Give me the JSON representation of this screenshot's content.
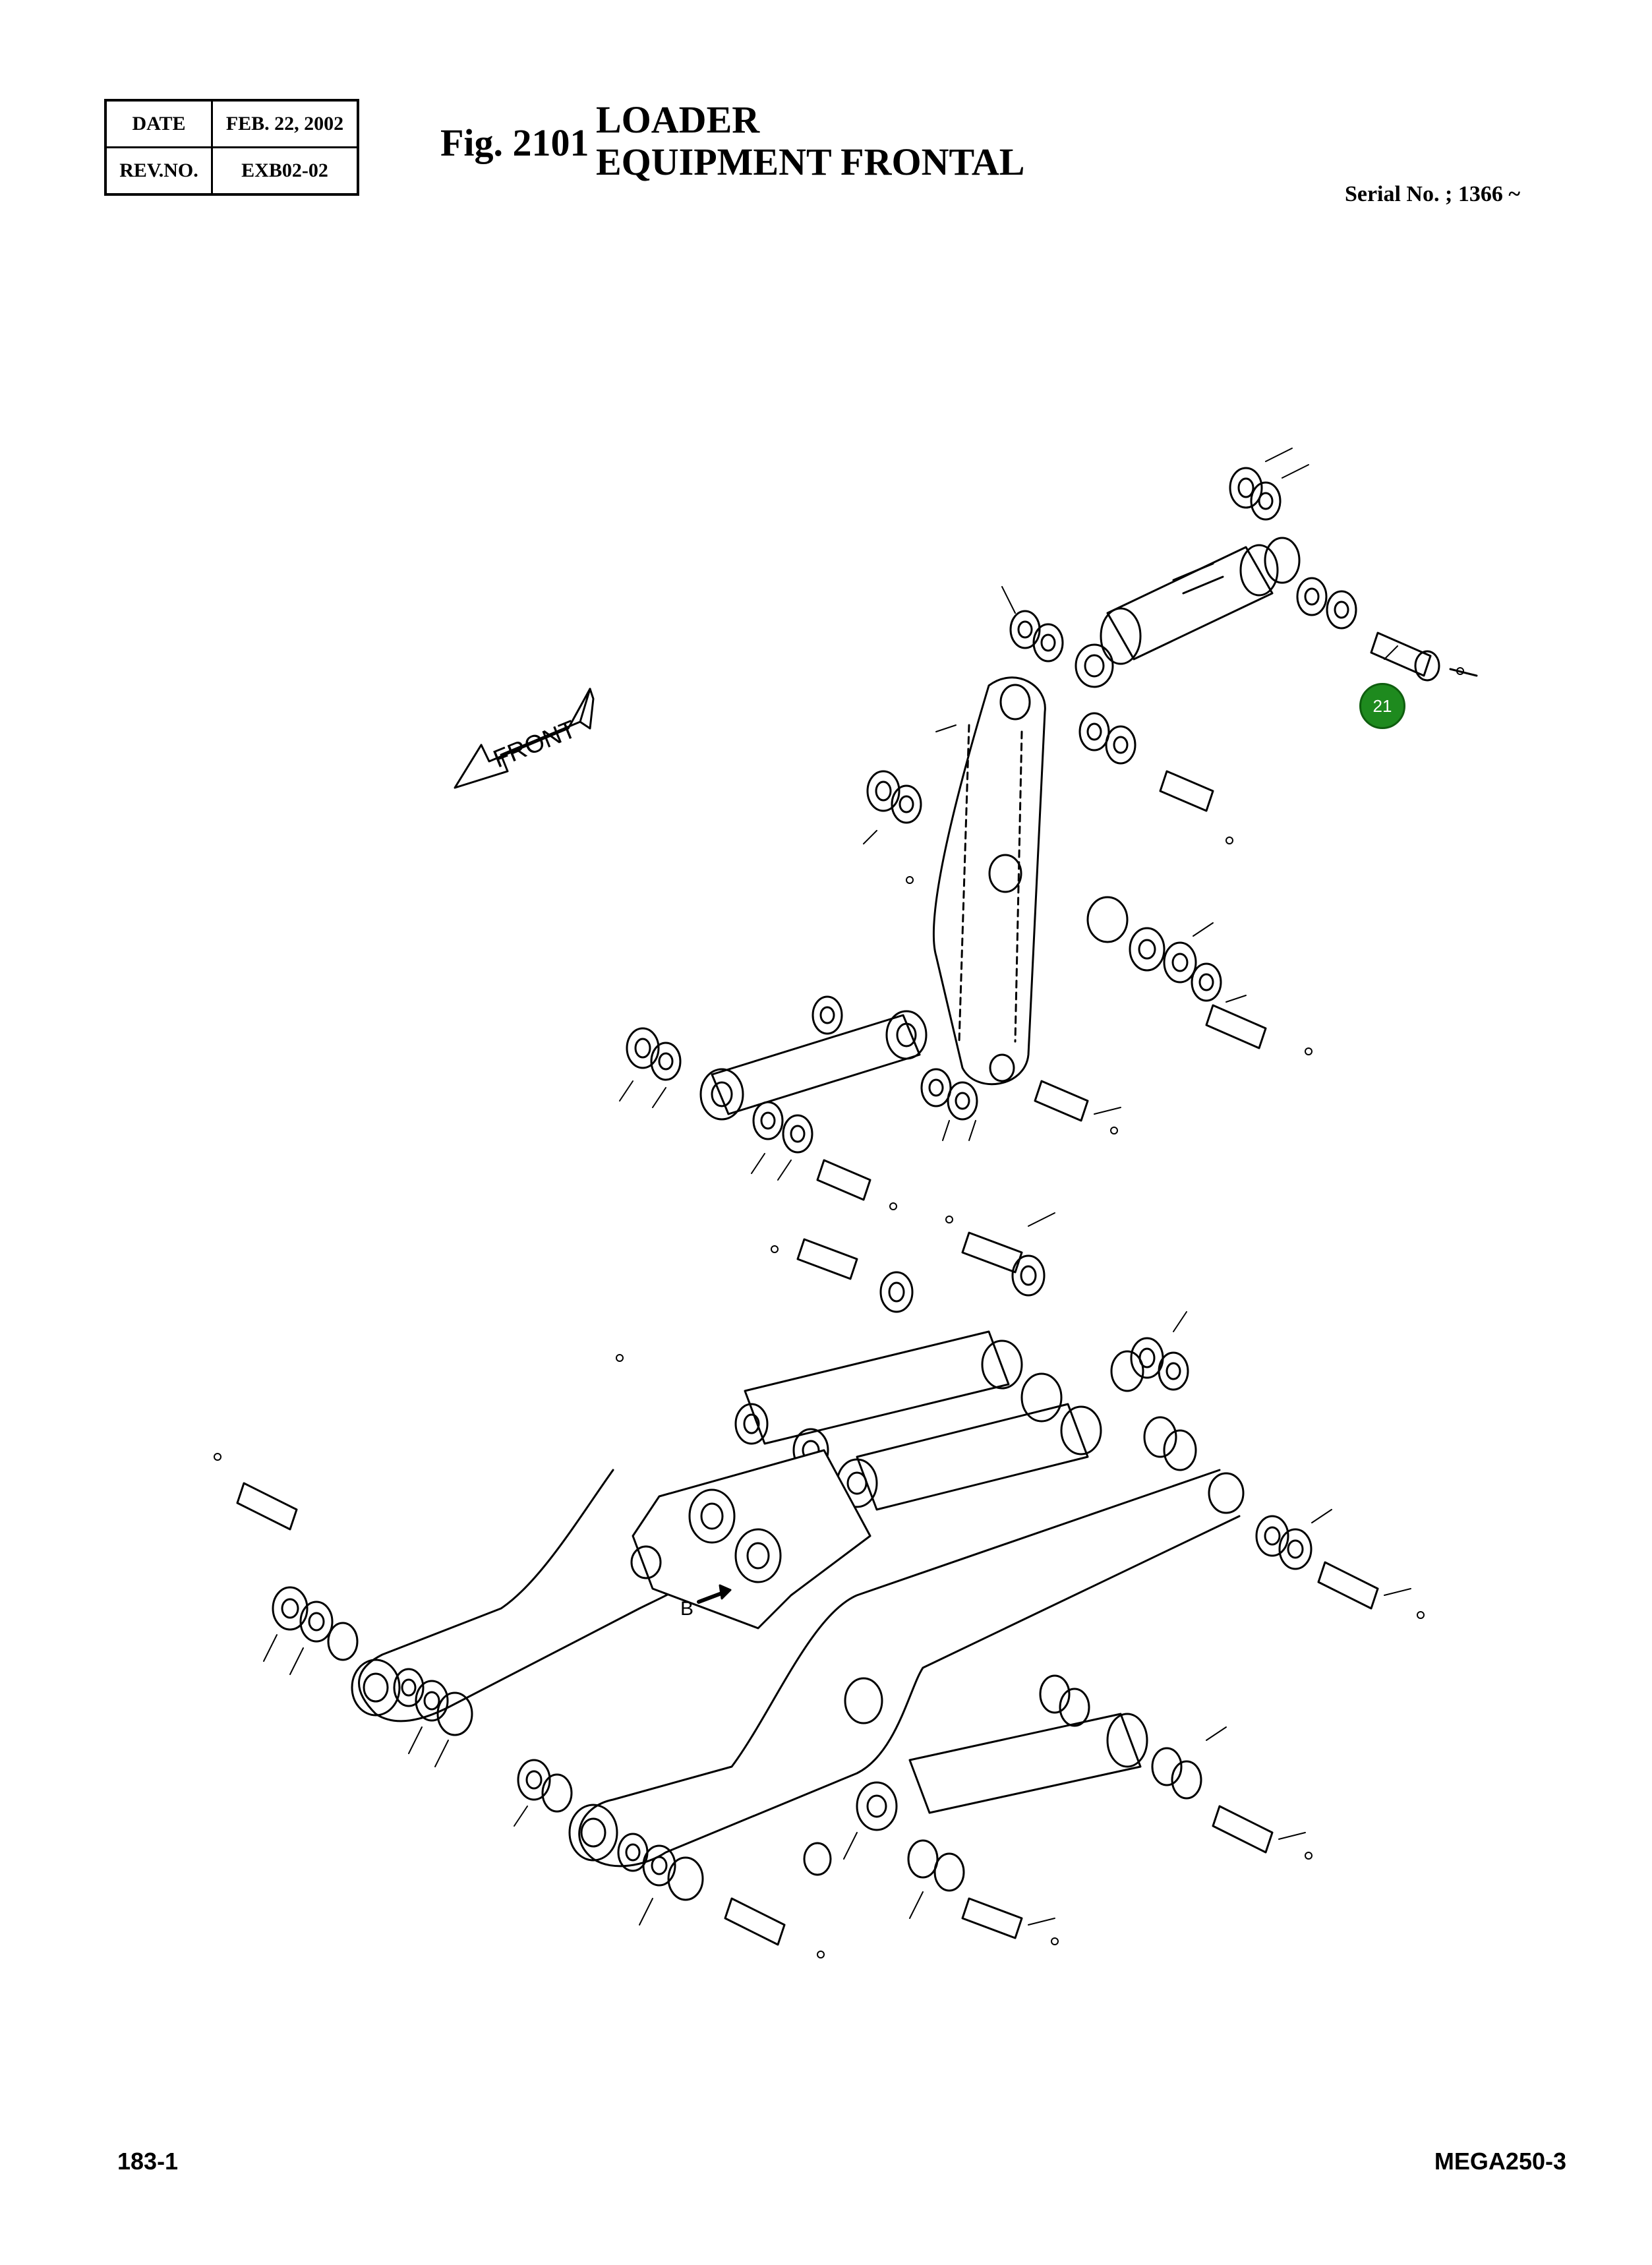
{
  "header": {
    "date_label": "DATE",
    "date_value": "FEB. 22, 2002",
    "rev_label": "REV.NO.",
    "rev_value": "EXB02-02",
    "fig_label": "Fig. 2101",
    "title_line1": "LOADER",
    "title_line2": "EQUIPMENT FRONTAL",
    "serial": "Serial No. ; 1366 ~"
  },
  "drawing": {
    "front_label": "FRONT",
    "b_label": "B",
    "callout_number": "21",
    "callout_color": "#1e8a1e"
  },
  "footer": {
    "page": "183-1",
    "model": "MEGA250-3"
  }
}
